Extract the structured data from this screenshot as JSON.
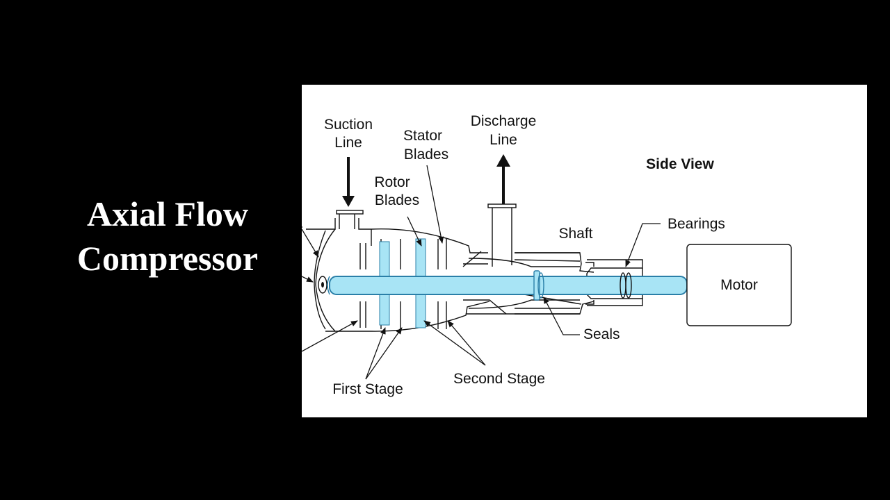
{
  "slide": {
    "title_line1": "Axial Flow",
    "title_line2": "Compressor"
  },
  "diagram": {
    "view_label": "Side View",
    "labels": {
      "suction_line_1": "Suction",
      "suction_line_2": "Line",
      "stator_blades_1": "Stator",
      "stator_blades_2": "Blades",
      "rotor_blades_1": "Rotor",
      "rotor_blades_2": "Blades",
      "discharge_line_1": "Discharge",
      "discharge_line_2": "Line",
      "shaft": "Shaft",
      "bearings": "Bearings",
      "motor": "Motor",
      "seals": "Seals",
      "first_stage": "First Stage",
      "second_stage": "Second Stage"
    },
    "colors": {
      "shaft_fill": "#a8e4f5",
      "shaft_stroke": "#2a7fa8",
      "line": "#111111",
      "panel": "#ffffff",
      "background": "#000000"
    }
  }
}
